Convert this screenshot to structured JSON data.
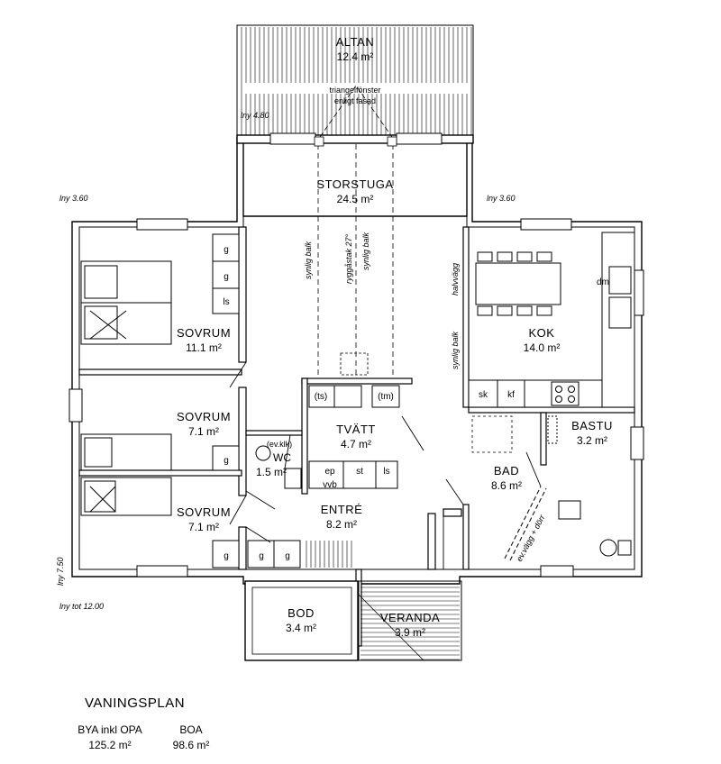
{
  "rooms": {
    "altan": {
      "name": "ALTAN",
      "area": "12.4 m²"
    },
    "storstuga": {
      "name": "STORSTUGA",
      "area": "24.5 m²"
    },
    "kok": {
      "name": "KOK",
      "area": "14.0 m²"
    },
    "sovrum1": {
      "name": "SOVRUM",
      "area": "11.1 m²"
    },
    "sovrum2": {
      "name": "SOVRUM",
      "area": "7.1 m²"
    },
    "sovrum3": {
      "name": "SOVRUM",
      "area": "7.1 m²"
    },
    "tvatt": {
      "name": "TVÄTT",
      "area": "4.7 m²"
    },
    "wc": {
      "name": "WC",
      "area": "1.5 m²"
    },
    "entre": {
      "name": "ENTRÉ",
      "area": "8.2 m²"
    },
    "bastu": {
      "name": "BASTU",
      "area": "3.2 m²"
    },
    "bad": {
      "name": "BAD",
      "area": "8.6 m²"
    },
    "bod": {
      "name": "BOD",
      "area": "3.4 m²"
    },
    "veranda": {
      "name": "VERANDA",
      "area": "3.9 m²"
    }
  },
  "annotations": {
    "triangle_window_1": "triangelfönster",
    "triangle_window_2": "enligt fasad",
    "height_top": "lny 4.80",
    "height_left": "lny 3.60",
    "height_right": "lny 3.60",
    "height_side": "lny 7.50",
    "height_total": "lny tot 12.00",
    "visible_beam_1": "synlig balk",
    "visible_beam_2": "synlig balk",
    "visible_beam_3": "synlig balk",
    "roof_ridge": "ryggåstak 27°",
    "half_wall": "halvvägg",
    "glass_wall": "ev.vägg + dörr",
    "dm": "dm",
    "ev_klk": "(ev.klk)"
  },
  "fixtures": {
    "g": "g",
    "ls": "ls",
    "sk": "sk",
    "kf": "kf",
    "ts": "(ts)",
    "tm": "(tm)",
    "ep": "ep",
    "st": "st",
    "vvb": "vvb"
  },
  "legend": {
    "title": "VANINGSPLAN",
    "bya_label": "BYA inkl OPA",
    "bya_value": "125.2 m²",
    "boa_label": "BOA",
    "boa_value": "98.6 m²"
  }
}
